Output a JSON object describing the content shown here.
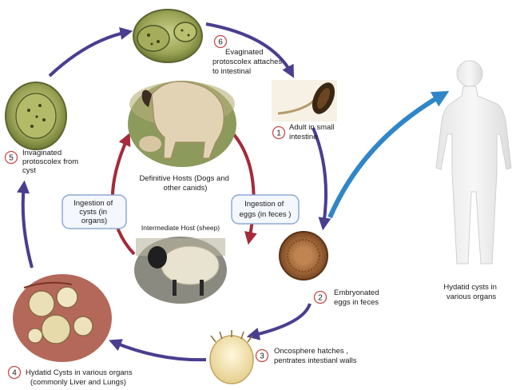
{
  "steps": [
    {
      "num": "1",
      "line1": "Adult in small",
      "line2": "intestine"
    },
    {
      "num": "2",
      "line1": "Embryonated",
      "line2": "eggs in feces"
    },
    {
      "num": "3",
      "line1": "Oncosphere hatches ,",
      "line2": "pentrates intestianl walls"
    },
    {
      "num": "4",
      "line1": "Hydatid  Cysts in various organs",
      "line2": "(commonly Liver and Lungs)"
    },
    {
      "num": "5",
      "line1": "Invaginated",
      "line2": "protoscolex from",
      "line3": "cyst"
    },
    {
      "num": "6",
      "line1": "Evaginated",
      "line2": "protoscolex attaches",
      "line3": "to intestinal"
    }
  ],
  "hosts": {
    "definitive_line1": "Definitive Hosts (Dogs and",
    "definitive_line2": "other canids)",
    "intermediate": "Intermediate Host (sheep)"
  },
  "ingestion": {
    "cysts_line1": "Ingestion of",
    "cysts_line2": "cysts  (in",
    "cysts_line3": "organs)",
    "eggs_line1": "Ingestion of",
    "eggs_line2": "eggs (in feces )"
  },
  "human": {
    "line1": "Hydatid cysts in",
    "line2": "various organs"
  },
  "colors": {
    "cycle_arrow": "#4b3d8f",
    "inner_arrow": "#a52a3a",
    "human_arrow": "#2f86c8",
    "step_circle": "#c94a4a",
    "label_box_border": "#8fa8d6",
    "label_box_fill": "#f4f7fd"
  }
}
